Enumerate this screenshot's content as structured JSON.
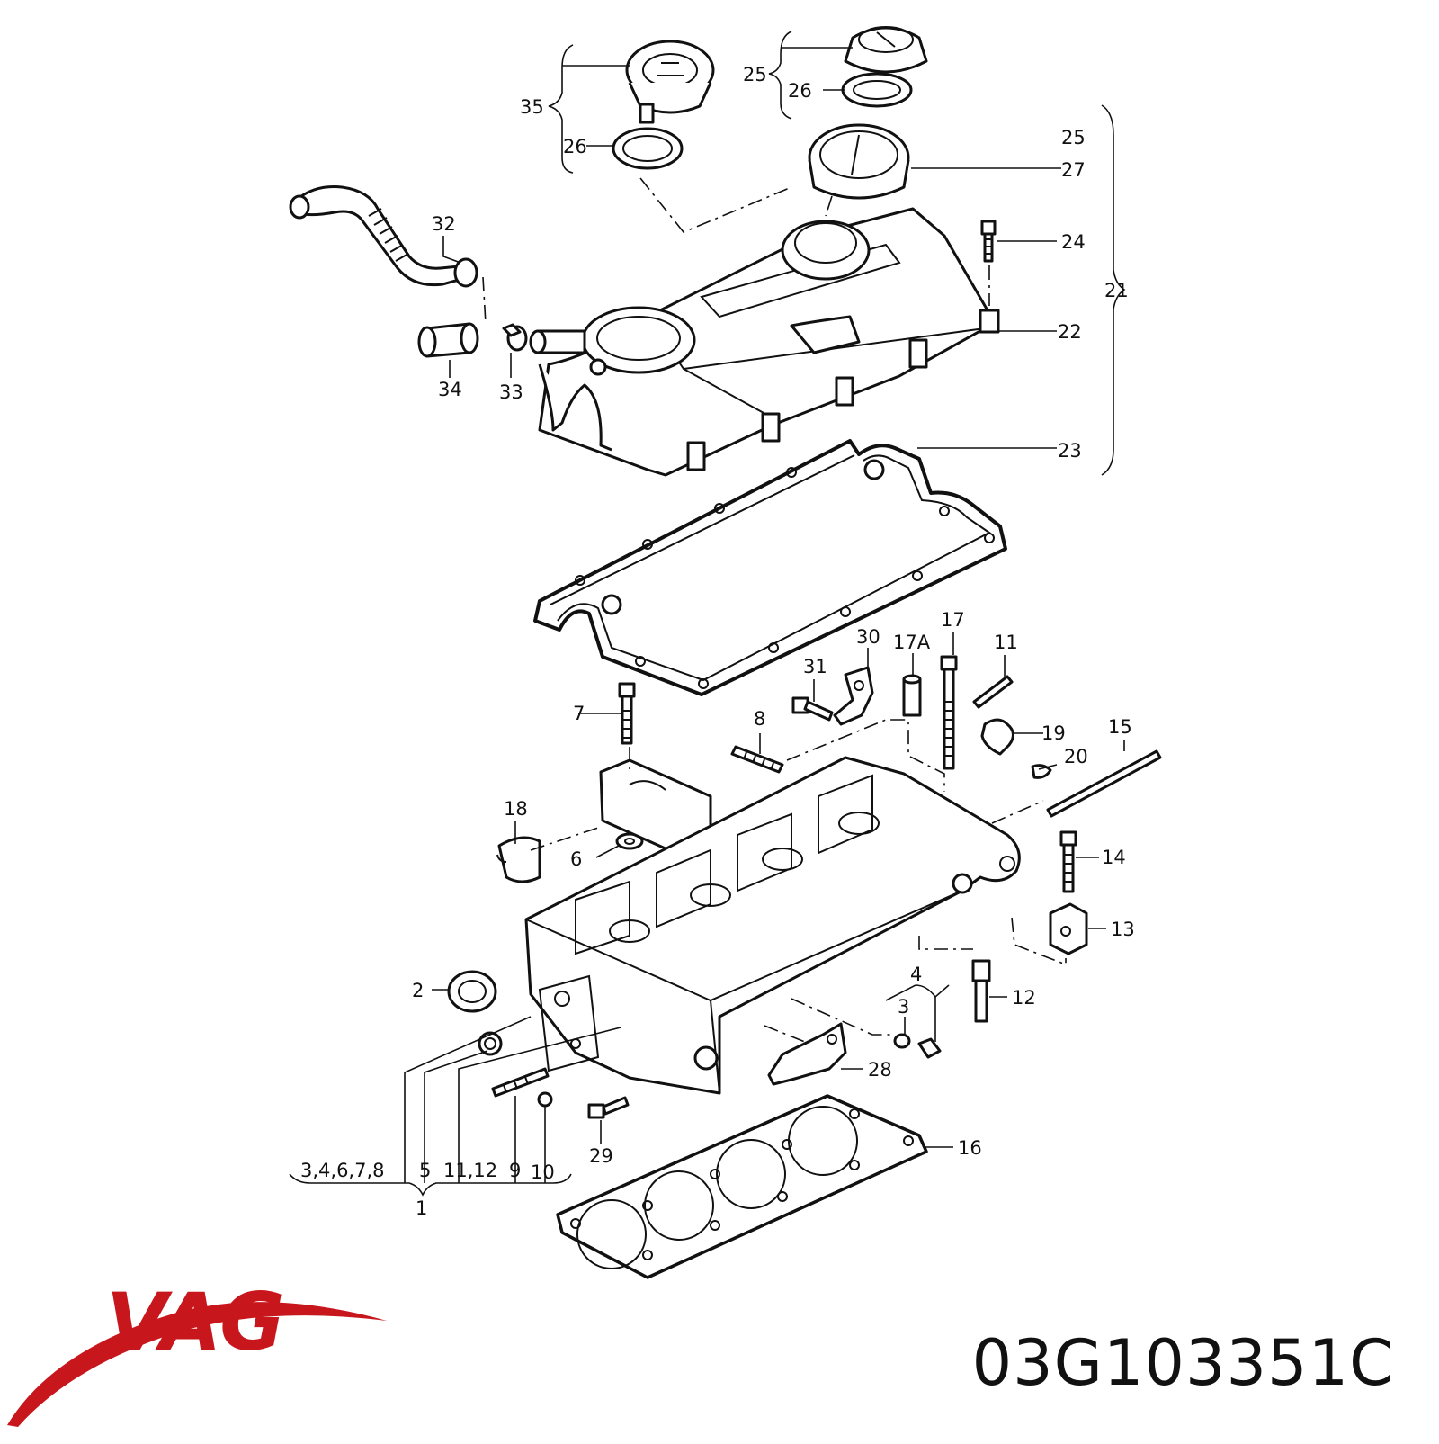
{
  "brand": {
    "name": "VAG",
    "color": "#c8161d"
  },
  "part_number": "03G103351C",
  "callouts": [
    "35",
    "26",
    "25",
    "26",
    "25",
    "27",
    "24",
    "21",
    "22",
    "23",
    "32",
    "34",
    "33",
    "30",
    "17A",
    "17",
    "11",
    "31",
    "7",
    "8",
    "19",
    "20",
    "15",
    "18",
    "6",
    "14",
    "13",
    "2",
    "4",
    "3",
    "12",
    "28",
    "29",
    "16",
    "3,4,6,7,8",
    "5",
    "11,12",
    "9",
    "10",
    "1"
  ]
}
